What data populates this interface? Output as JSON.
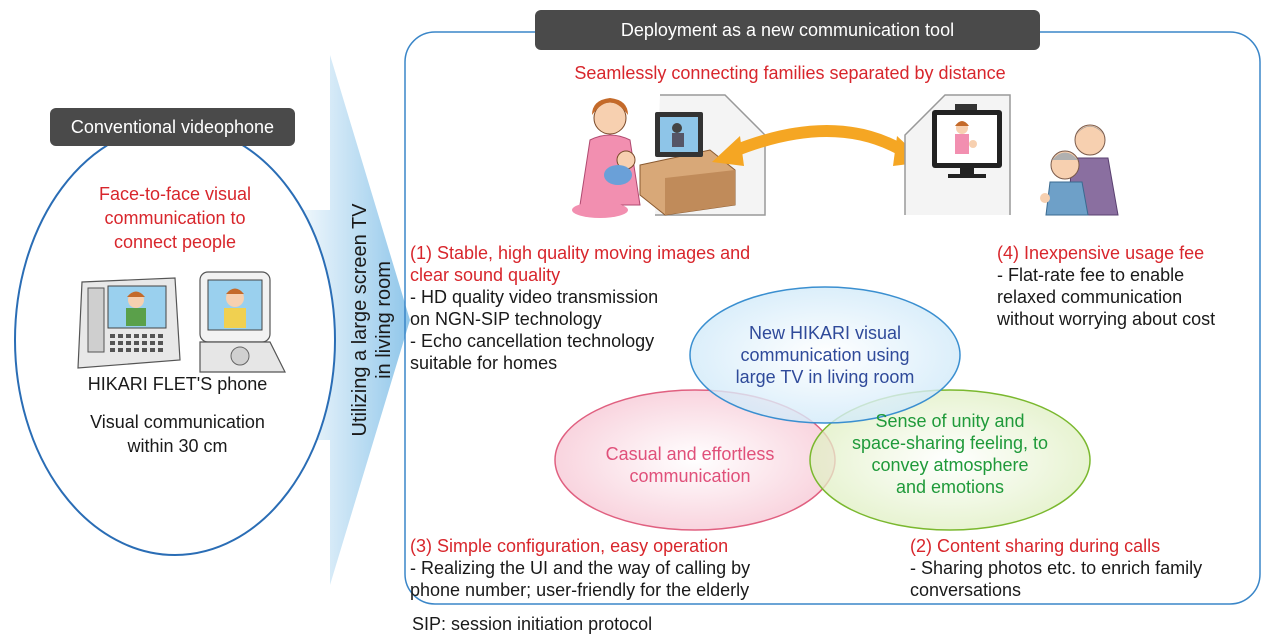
{
  "left_panel": {
    "header": "Conventional videophone",
    "red_text": [
      "Face-to-face visual",
      "communication to",
      "connect people"
    ],
    "phone_label": "HIKARI FLET'S phone",
    "bottom_text": [
      "Visual communication",
      "within 30 cm"
    ]
  },
  "arrow_text": [
    "Utilizing a large screen TV",
    "in living room"
  ],
  "right_panel": {
    "header": "Deployment as a new communication tool",
    "subtitle": "Seamlessly connecting families separated by distance",
    "feature1": {
      "title": [
        "(1) Stable, high quality moving images and",
        "clear sound quality"
      ],
      "body": [
        "- HD quality video transmission",
        "on NGN-SIP technology",
        "- Echo cancellation technology",
        "suitable for homes"
      ]
    },
    "feature4": {
      "title": "(4) Inexpensive usage fee",
      "body": [
        "- Flat-rate fee to enable",
        "relaxed communication",
        "without worrying about cost"
      ]
    },
    "venn": {
      "blue": [
        "New HIKARI visual",
        "communication using",
        "large TV in living room"
      ],
      "pink": [
        "Casual and effortless",
        "communication"
      ],
      "green": [
        "Sense of unity and",
        "space-sharing feeling, to",
        "convey atmosphere",
        "and emotions"
      ]
    },
    "feature3": {
      "title": "(3) Simple configuration, easy operation",
      "body": [
        "- Realizing the UI and the way of calling by",
        "phone number; user-friendly for the elderly"
      ]
    },
    "feature2": {
      "title": "(2) Content sharing during calls",
      "body": [
        "- Sharing photos etc. to enrich family",
        "conversations"
      ]
    }
  },
  "footnote": "SIP: session initiation protocol",
  "colors": {
    "red": "#d8262c",
    "dark_bar": "#4a4a4a",
    "ellipse_blue": "#3a8fd0",
    "ellipse_pink": "#e06080",
    "ellipse_green": "#7ab82e",
    "orange_arrow": "#f5a623"
  }
}
